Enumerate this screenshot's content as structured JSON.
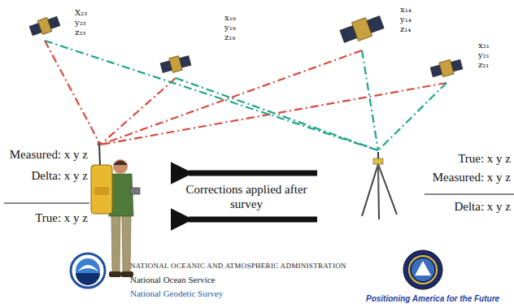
{
  "diagram": {
    "nodes": [
      {
        "text": [
          "X₂₃ y₂₃ z₂₃"
        ]
      },
      {
        "text": [
          "x₁₉ y₁₉ z₁₉"
        ]
      },
      {
        "text": [
          "x₁₄ y₁₄ z₁₄"
        ]
      },
      {
        "text": [
          "x₂₁ y₂₁ z₂₁"
        ]
      },
      {
        "text": [
          "Measured: x y z",
          "Delta: x y z",
          "True: x y z"
        ]
      },
      {
        "text": [
          "True: x y z",
          "Measured: x y z",
          "Delta: x y z"
        ]
      }
    ],
    "edges": [
      {
        "from": 0,
        "to": 4,
        "arrow": "none"
      },
      {
        "from": 1,
        "to": 4,
        "arrow": "none"
      },
      {
        "from": 2,
        "to": 4,
        "arrow": "none"
      },
      {
        "from": 3,
        "to": 4,
        "arrow": "none"
      },
      {
        "from": 0,
        "to": 5,
        "arrow": "none"
      },
      {
        "from": 1,
        "to": 5,
        "arrow": "none"
      },
      {
        "from": 2,
        "to": 5,
        "arrow": "none"
      },
      {
        "from": 3,
        "to": 5,
        "arrow": "none"
      }
    ],
    "labels": [
      "Corrections applied after survey",
      "NATIONAL OCEANIC AND ATMOSPHERIC ADMINISTRATION",
      "National Ocean Service",
      "National Geodetic Survey",
      "Positioning America for the Future"
    ]
  }
}
